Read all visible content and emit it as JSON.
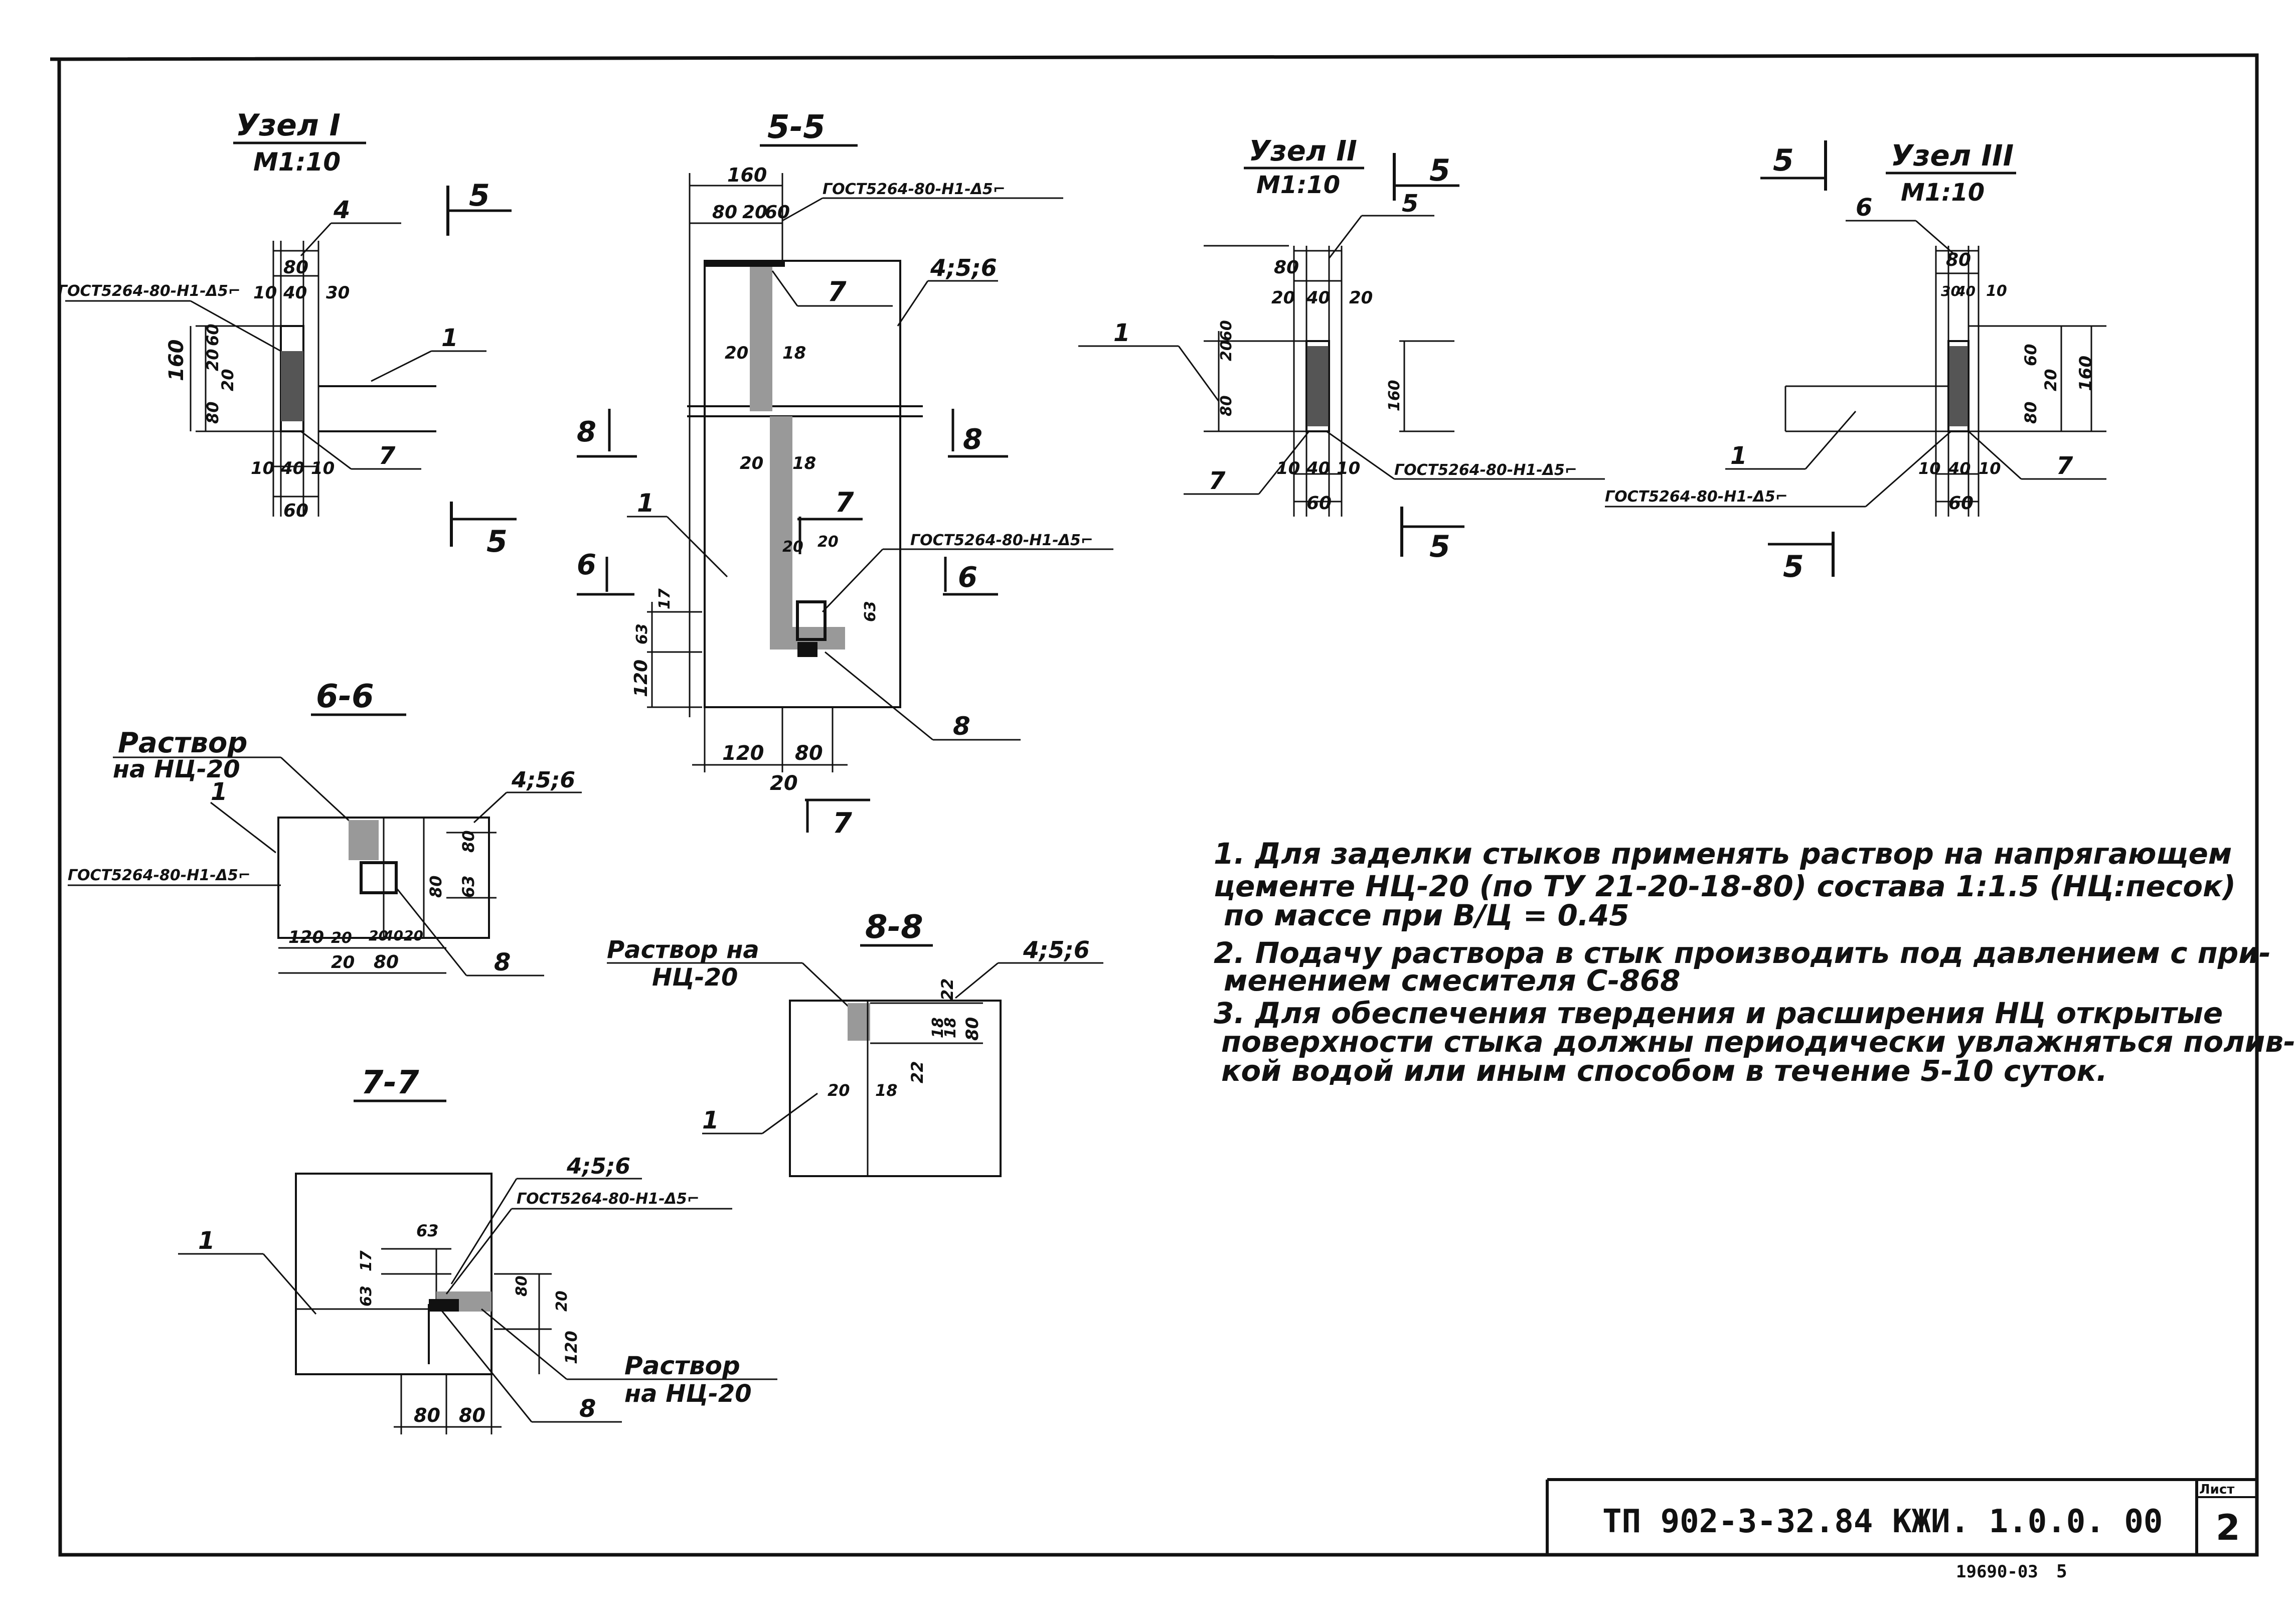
{
  "sheet": {
    "designation": "ТП 902-3-32.84   КЖИ. 1.0.0. 00",
    "list_label": "Лист",
    "list_number": "2",
    "archive_number": "19690-03",
    "archive_suffix": "5"
  },
  "views": {
    "uzel1": {
      "title": "Узел I",
      "scale": "М1:10",
      "labels": {
        "p4": "4",
        "p1": "1",
        "p7": "7",
        "sec_top": "5",
        "sec_bot": "5",
        "gost": "ГОСТ5264-80-Н1-Δ5⌐",
        "d_top": "80",
        "d10": "10",
        "d40": "40",
        "d30": "30",
        "d_bot10a": "10",
        "d_bot40": "40",
        "d_bot10b": "10",
        "d_bot60": "60",
        "v160": "160",
        "v20": "20",
        "v60": "60",
        "v80": "80",
        "v20b": "20"
      }
    },
    "s55": {
      "title": "5-5",
      "labels": {
        "w160": "160",
        "w80": "80",
        "w20": "20",
        "w60": "60",
        "gost1": "ГОСТ5264-80-Н1-Δ5⌐",
        "gost2": "ГОСТ5264-80-Н1-Δ5⌐",
        "p7a": "7",
        "p456": "4;5;6",
        "p1": "1",
        "p8": "8",
        "d20a": "20",
        "d18a": "18",
        "d20b": "20",
        "d18b": "18",
        "d20c": "20",
        "d20d": "20",
        "d63": "63",
        "v120": "120",
        "v63": "63",
        "v17": "17",
        "b120": "120",
        "b80": "80",
        "b20": "20",
        "sec8a": "8",
        "sec8b": "8",
        "sec6a": "6",
        "sec6b": "6",
        "sec7a": "7",
        "sec7b": "7"
      }
    },
    "uzel2": {
      "title": "Узел II",
      "scale": "М1:10",
      "labels": {
        "p5": "5",
        "p1": "1",
        "p7": "7",
        "sec_top": "5",
        "sec_bot": "5",
        "gost": "ГОСТ5264-80-Н1-Δ5⌐",
        "d80": "80",
        "d20a": "20",
        "d40": "40",
        "d20b": "20",
        "d10a": "10",
        "d40b": "40",
        "d10b": "10",
        "d60": "60",
        "v20": "20",
        "v60": "60",
        "v80": "80",
        "v160": "160"
      }
    },
    "uzel3": {
      "title": "Узел III",
      "scale": "М1:10",
      "labels": {
        "p6": "6",
        "p1": "1",
        "p7": "7",
        "sec_top": "5",
        "sec_bot": "5",
        "gost": "ГОСТ5264-80-Н1-Δ5⌐",
        "d80": "80",
        "d30": "30",
        "d40": "40",
        "d10": "10",
        "d10a": "10",
        "d40b": "40",
        "d10b": "10",
        "d60": "60",
        "v60": "60",
        "v20": "20",
        "v80": "80",
        "v160": "160"
      }
    },
    "s66": {
      "title": "6-6",
      "mortar": "Раствор",
      "mortar2": "на НЦ-20",
      "labels": {
        "p1": "1",
        "p456": "4;5;6",
        "p8": "8",
        "gost": "ГОСТ5264-80-Н1-Δ5⌐",
        "d120": "120",
        "d20a": "20",
        "d20b": "20",
        "d40": "40",
        "d20c": "20",
        "d80": "80",
        "v80a": "80",
        "v80b": "80",
        "v63": "63"
      }
    },
    "s88": {
      "title": "8-8",
      "mortar": "Раствор на",
      "mortar2": "НЦ-20",
      "labels": {
        "p1": "1",
        "p456": "4;5;6",
        "d22a": "22",
        "d18": "18",
        "d18b": "18",
        "d80": "80",
        "d22b": "22",
        "d20": "20",
        "d18c": "18"
      }
    },
    "s77": {
      "title": "7-7",
      "mortar": "Раствор",
      "mortar2": "на НЦ-20",
      "labels": {
        "p1": "1",
        "p456": "4;5;6",
        "p8": "8",
        "gost": "ГОСТ5264-80-Н1-Δ5⌐",
        "d63a": "63",
        "d63b": "63",
        "d17": "17",
        "d80a": "80",
        "d20": "20",
        "d120": "120",
        "b80a": "80",
        "b80b": "80"
      }
    }
  },
  "notes": [
    "1. Для заделки стыков применять раствор на напрягающем",
    "цементе НЦ-20  (по ТУ 21-20-18-80) состава 1:1.5 (НЦ:песок)",
    "по массе при В/Ц = 0.45",
    "2. Подачу раствора в стык производить под давлением с при-",
    "менением смесителя  С-868",
    "3. Для обеспечения твердения и расширения НЦ  открытые",
    "поверхности стыка должны периодически увлажняться полив-",
    "кой водой или иным способом в течение 5-10 суток."
  ]
}
